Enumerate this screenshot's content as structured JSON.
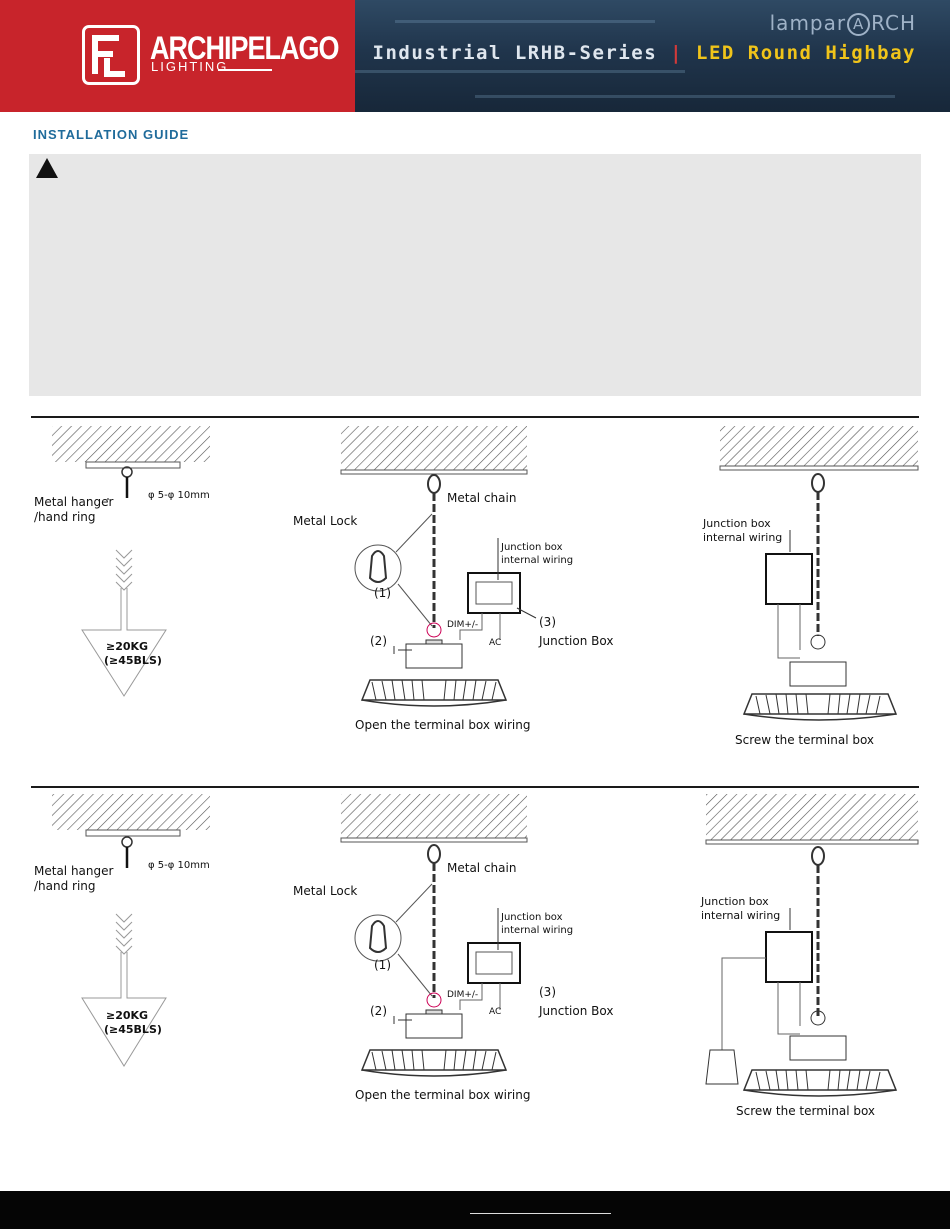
{
  "header": {
    "logo_main": "ARCHIPELAGO",
    "logo_sub": "LIGHTING",
    "brand_prefix": "lampar",
    "brand_circle": "A",
    "brand_suffix": "RCH",
    "subtitle_left": "Industrial LRHB-Series",
    "subtitle_sep": "|",
    "subtitle_right": "LED Round Highbay"
  },
  "section": {
    "title": "INSTALLATION GUIDE",
    "warning_icon": "warning-triangle-icon"
  },
  "diagrams": [
    {
      "hanger_label": "Metal hanger\n/hand ring",
      "hanger_size": "φ 5-φ 10mm",
      "load_kg": "≥20KG",
      "load_lbs": "(≥45BLS)",
      "metal_chain": "Metal chain",
      "metal_lock": "Metal Lock",
      "step1": "(1)",
      "step2": "(2)",
      "step3": "(3)",
      "jbox_wiring": "Junction box\ninternal wiring",
      "dim": "DIM+/-",
      "ac": "AC",
      "junction_box": "Junction Box",
      "caption_middle": "Open the terminal box wiring",
      "jbox_wiring_right": "Junction box\ninternal wiring",
      "caption_right": "Screw the terminal box"
    },
    {
      "hanger_label": "Metal hanger\n/hand ring",
      "hanger_size": "φ 5-φ 10mm",
      "load_kg": "≥20KG",
      "load_lbs": "(≥45BLS)",
      "metal_chain": "Metal chain",
      "metal_lock": "Metal Lock",
      "step1": "(1)",
      "step2": "(2)",
      "step3": "(3)",
      "jbox_wiring": "Junction box\ninternal wiring",
      "dim": "DIM+/-",
      "ac": "AC",
      "junction_box": "Junction Box",
      "caption_middle": "Open the terminal box wiring",
      "jbox_wiring_right": "Junction box\ninternal wiring",
      "caption_right": "Screw the terminal box"
    }
  ],
  "colors": {
    "header_red": "#c8242b",
    "header_blue": "#20354c",
    "section_title": "#1f6b9b",
    "subtitle_yellow": "#f0c41a",
    "warning_bg": "#e7e7e7"
  }
}
